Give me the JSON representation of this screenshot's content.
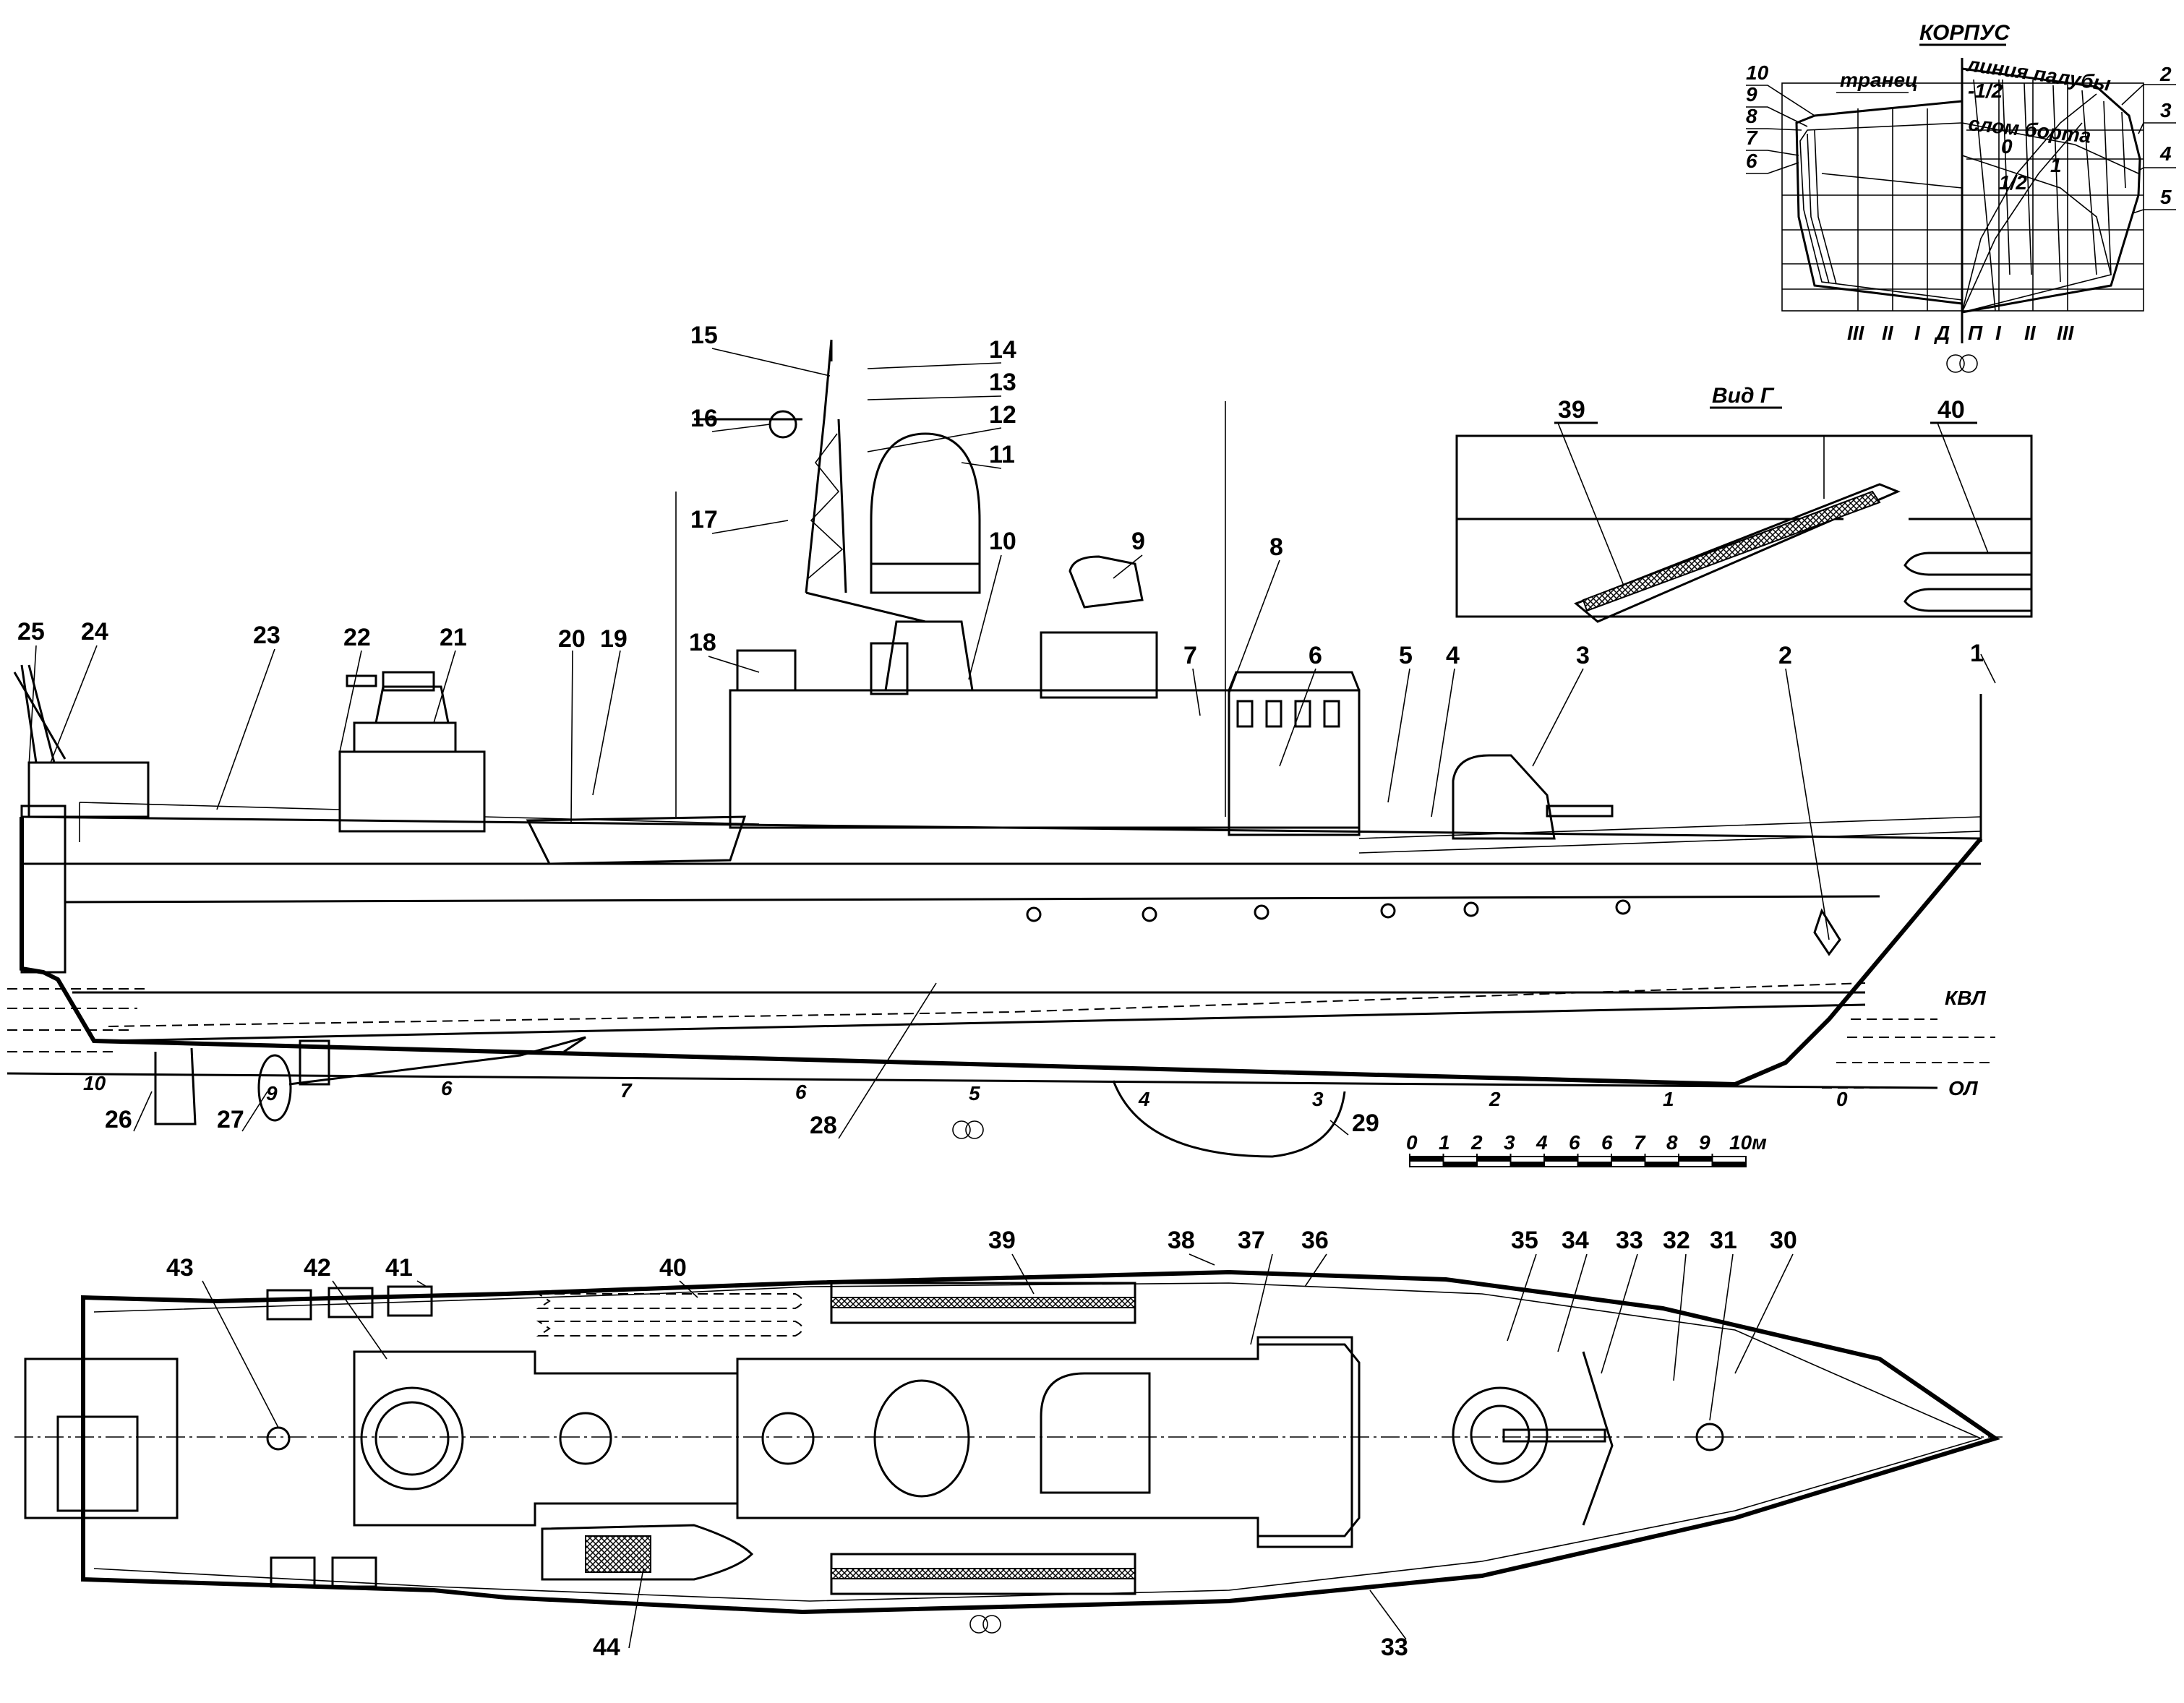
{
  "body_plan": {
    "title": "КОРПУС",
    "labels": {
      "transom": "транец",
      "deck_line": "линия палубы",
      "chine": "слом борта",
      "half_neg": "-1/2",
      "zero": "0",
      "half": "1/2",
      "one": "1"
    },
    "stations_left": [
      "10",
      "9",
      "8",
      "7",
      "6"
    ],
    "stations_right": [
      "2",
      "3",
      "4",
      "5"
    ],
    "buttocks": [
      "III",
      "II",
      "I",
      "Д",
      "П",
      "I",
      "II",
      "III"
    ]
  },
  "view_g": {
    "title": "Вид Г",
    "callouts": [
      "39",
      "40"
    ]
  },
  "profile": {
    "callouts": [
      "1",
      "2",
      "3",
      "4",
      "5",
      "6",
      "7",
      "8",
      "9",
      "10",
      "11",
      "12",
      "13",
      "14",
      "15",
      "16",
      "17",
      "18",
      "19",
      "20",
      "21",
      "22",
      "23",
      "24",
      "25",
      "26",
      "27",
      "28",
      "29"
    ],
    "waterline_label": "КВЛ",
    "baseline_label": "ОЛ",
    "station_ticks": [
      "10",
      "9",
      "6",
      "7",
      "6",
      "5",
      "4",
      "3",
      "2",
      "1",
      "0"
    ]
  },
  "scale_bar": {
    "ticks": [
      "0",
      "1",
      "2",
      "3",
      "4",
      "6",
      "6",
      "7",
      "8",
      "9",
      "10м"
    ]
  },
  "plan": {
    "callouts_top": [
      "43",
      "42",
      "41",
      "40",
      "39",
      "38",
      "37",
      "36",
      "35",
      "34",
      "33",
      "32",
      "31",
      "30"
    ],
    "callouts_bottom": [
      "44",
      "33"
    ]
  }
}
